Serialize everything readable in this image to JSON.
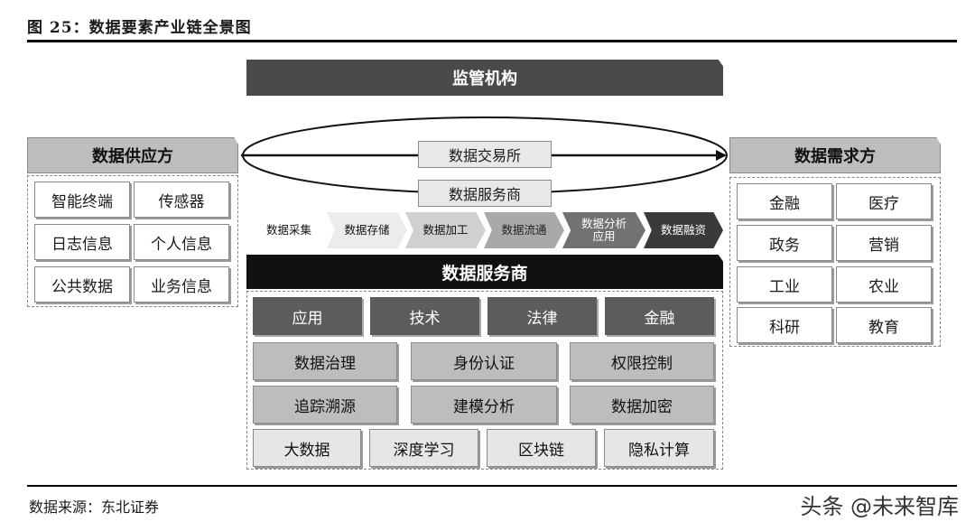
{
  "figure": {
    "title": "图 25：数据要素产业链全景图",
    "source": "数据来源：东北证券"
  },
  "regulator": "监管机构",
  "supply": {
    "title": "数据供应方",
    "items": [
      "智能终端",
      "传感器",
      "日志信息",
      "个人信息",
      "公共数据",
      "业务信息"
    ]
  },
  "demand": {
    "title": "数据需求方",
    "items": [
      "金融",
      "医疗",
      "政务",
      "营销",
      "工业",
      "农业",
      "科研",
      "教育"
    ]
  },
  "middle": {
    "exchange": "数据交易所",
    "service_provider": "数据服务商"
  },
  "chain": {
    "steps": [
      "数据采集",
      "数据存储",
      "数据加工",
      "数据流通",
      "数据分析\n应用",
      "数据融资"
    ]
  },
  "service": {
    "title": "数据服务商",
    "row1": [
      "应用",
      "技术",
      "法律",
      "金融"
    ],
    "row2": [
      "数据治理",
      "身份认证",
      "权限控制"
    ],
    "row3": [
      "追踪溯源",
      "建模分析",
      "数据加密"
    ],
    "row4": [
      "大数据",
      "深度学习",
      "区块链",
      "隐私计算"
    ]
  },
  "watermark": "头条 @未来智库",
  "colors": {
    "chain": [
      "#ffffff",
      "#ececec",
      "#d0d0d0",
      "#a9a9a9",
      "#727272",
      "#3a3a3a"
    ],
    "chain_text": [
      "#111111",
      "#111111",
      "#111111",
      "#222222",
      "#ffffff",
      "#ffffff"
    ]
  }
}
